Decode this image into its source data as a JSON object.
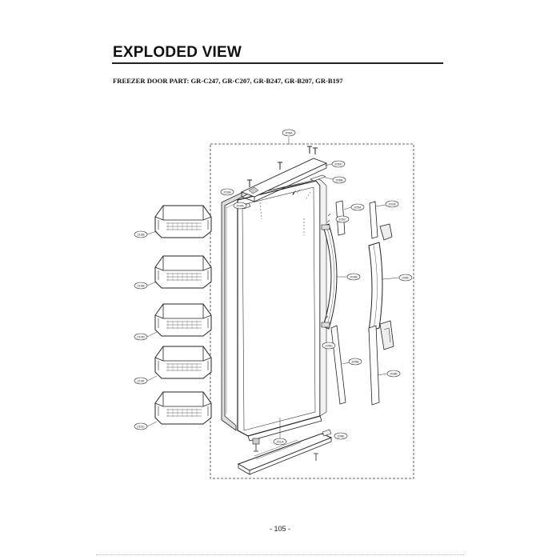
{
  "header": {
    "title": "EXPLODED VIEW",
    "subtitle": "FREEZER DOOR PART: GR-C247, GR-C207, GR-B247, GR-B207, GR-B197"
  },
  "callouts": {
    "c206a": "206A",
    "c206c": "206C",
    "c206b": "206B",
    "c203a": "203A",
    "c204a": "204A",
    "c205a": "205A",
    "c205c": "205C",
    "c201b": "201B",
    "c209b": "209B",
    "c209f": "209F",
    "c205b": "205B",
    "c205d": "205D",
    "c208b": "208B",
    "c201a": "201A",
    "c206e": "206E",
    "c210b": "210B",
    "c210b_2": "210B",
    "c210d": "210D",
    "c210e": "210E",
    "c210c": "210C"
  },
  "footer": {
    "page_number": "- 105 -"
  }
}
